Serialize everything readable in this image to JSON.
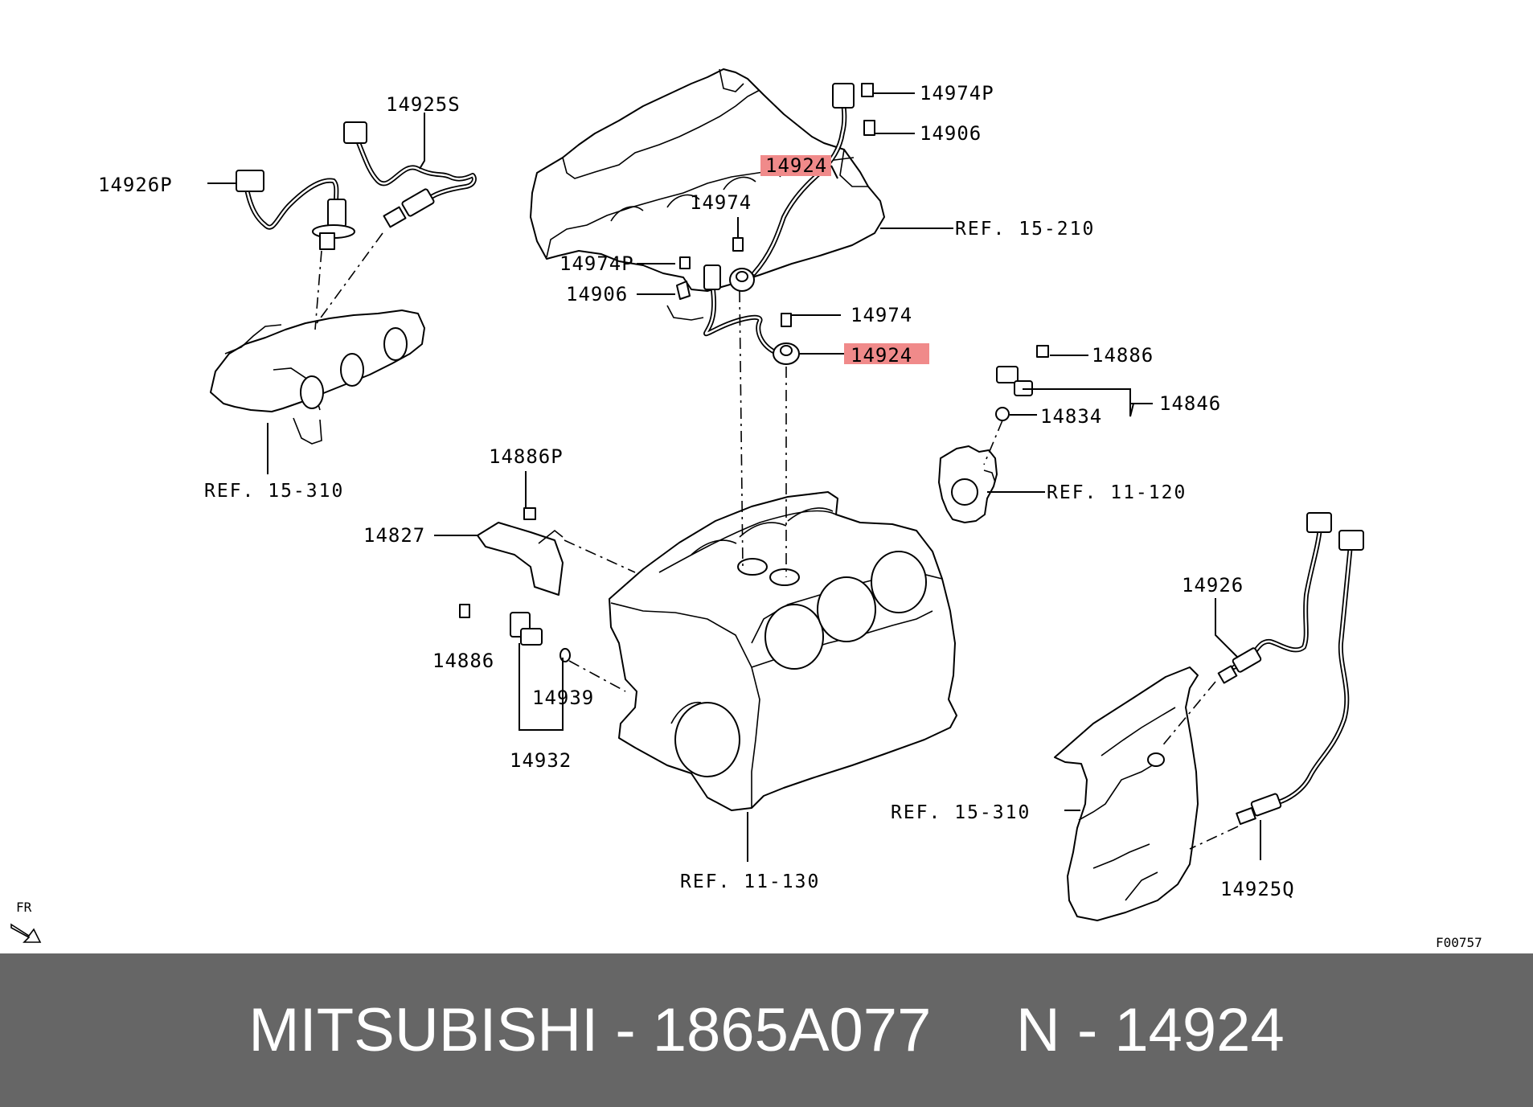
{
  "diagram": {
    "code": "F00757",
    "front_marker": "FR",
    "labels": {
      "p14925S": "14925S",
      "p14926P": "14926P",
      "ref_15_310_left": "REF. 15-310",
      "p14974P_top": "14974P",
      "p14906_top": "14906",
      "p14924_top": "14924",
      "p14974_top": "14974",
      "ref_15_210": "REF. 15-210",
      "p14974P_mid": "14974P",
      "p14906_mid": "14906",
      "p14974_mid": "14974",
      "p14924_mid": "14924",
      "p14886_right": "14886",
      "p14846": "14846",
      "p14834": "14834",
      "ref_11_120": "REF. 11-120",
      "p14886P": "14886P",
      "p14827": "14827",
      "p14886_left": "14886",
      "p14939": "14939",
      "p14932": "14932",
      "p14926": "14926",
      "ref_15_310_right": "REF. 15-310",
      "ref_11_130": "REF. 11-130",
      "p14925Q": "14925Q"
    },
    "highlight_color": "#f08a8a",
    "highlighted_part": "14924"
  },
  "footer": {
    "brand": "MITSUBISHI",
    "separator": "-",
    "part_number": "1865A077",
    "ref_prefix": "N",
    "ref_number": "14924",
    "background": "#666666"
  }
}
